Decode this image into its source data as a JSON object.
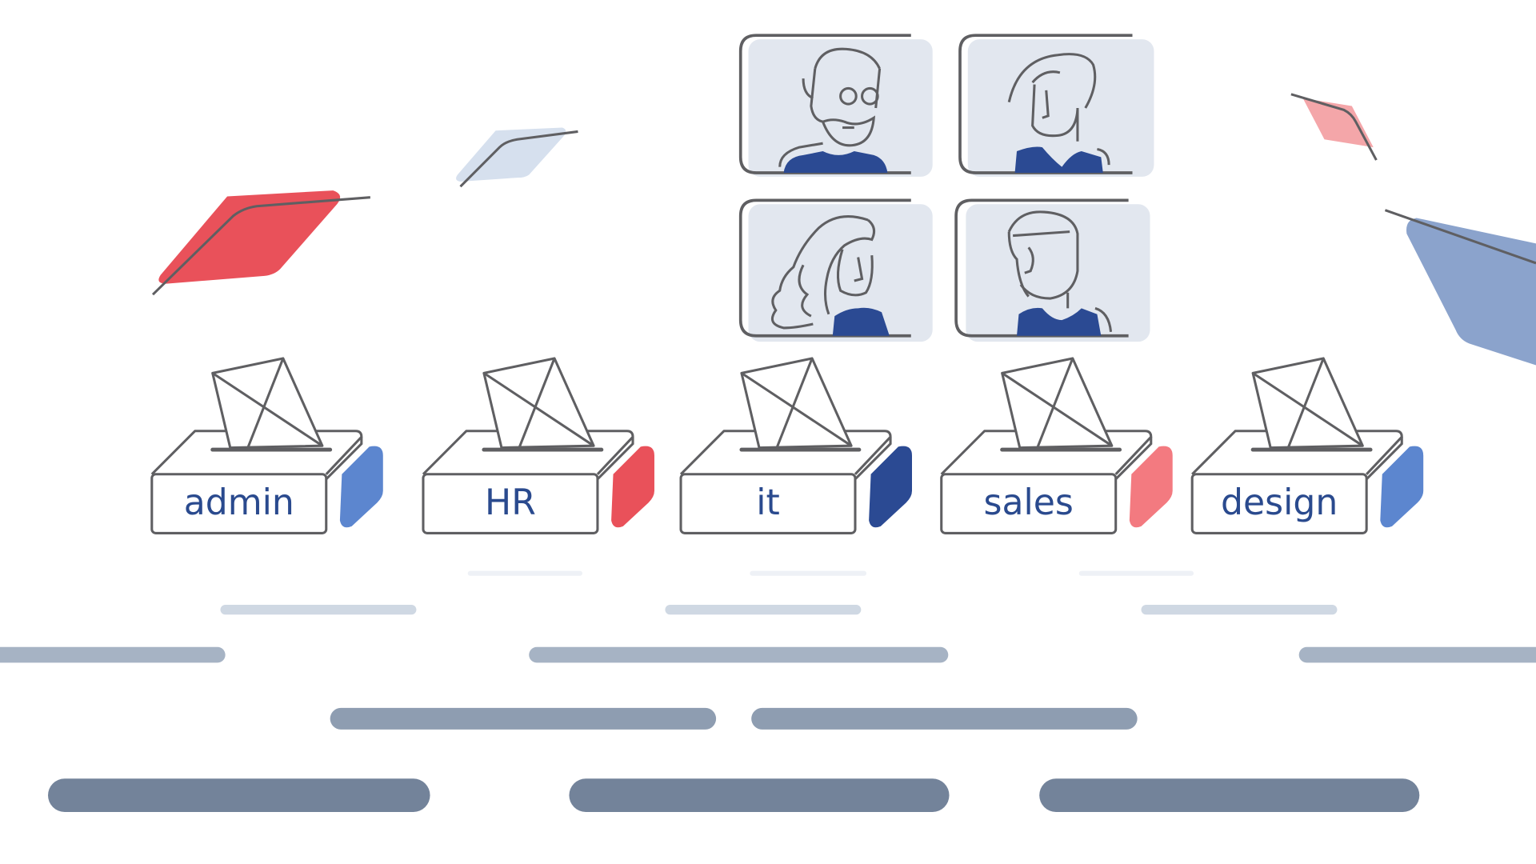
{
  "illustration": {
    "theme": "online voting",
    "palette": {
      "outline": "#5f5f62",
      "navy": "#2b4a93",
      "blue": "#5c86cf",
      "red": "#e9515a",
      "pink": "#f37a80",
      "light_pink": "#f4a6a9",
      "pale_blue": "#d6e0ee",
      "card_bg": "#e2e7ef",
      "stripe_light": "#cfd8e3",
      "stripe_mid": "#a6b3c4",
      "stripe_dark": "#73839a"
    }
  },
  "ballot_boxes": [
    {
      "label": "admin",
      "accent": "#5c86cf"
    },
    {
      "label": "HR",
      "accent": "#e9515a"
    },
    {
      "label": "it",
      "accent": "#2b4a93"
    },
    {
      "label": "sales",
      "accent": "#f37a80"
    },
    {
      "label": "design",
      "accent": "#5c86cf"
    }
  ],
  "video_tiles": [
    {
      "avatar": "man-with-glasses-and-beard"
    },
    {
      "avatar": "man-with-swept-hair"
    },
    {
      "avatar": "woman-with-long-wavy-hair"
    },
    {
      "avatar": "man-with-short-hair"
    }
  ]
}
